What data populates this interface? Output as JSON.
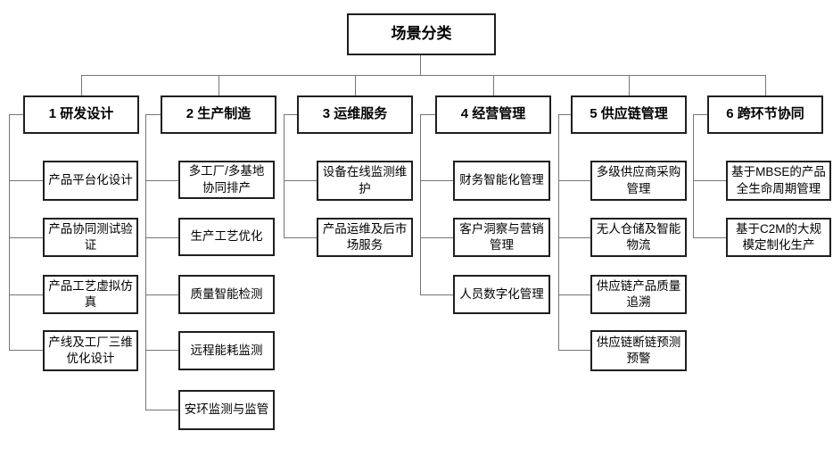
{
  "diagram": {
    "type": "tree-org-chart",
    "root": {
      "label": "场景分类"
    },
    "columns": [
      {
        "label": "1 研发设计",
        "items": [
          "产品平台化设计",
          "产品协同测试验证",
          "产品工艺虚拟仿真",
          "产线及工厂三维优化设计"
        ]
      },
      {
        "label": "2 生产制造",
        "items": [
          "多工厂/多基地协同排产",
          "生产工艺优化",
          "质量智能检测",
          "远程能耗监测",
          "安环监测与监管"
        ]
      },
      {
        "label": "3 运维服务",
        "items": [
          "设备在线监测维护",
          "产品运维及后市场服务"
        ]
      },
      {
        "label": "4 经营管理",
        "items": [
          "财务智能化管理",
          "客户洞察与营销管理",
          "人员数字化管理"
        ]
      },
      {
        "label": "5 供应链管理",
        "items": [
          "多级供应商采购管理",
          "无人仓储及智能物流",
          "供应链产品质量追溯",
          "供应链断链预测预警"
        ]
      },
      {
        "label": "6 跨环节协同",
        "items": [
          "基于MBSE的产品全生命周期管理",
          "基于C2M的大规模定制化生产"
        ]
      }
    ],
    "colors": {
      "background": "#ffffff",
      "box_border": "#1f1f1f",
      "box_fill": "#ffffff",
      "connector": "#757575",
      "text": "#000000"
    }
  }
}
